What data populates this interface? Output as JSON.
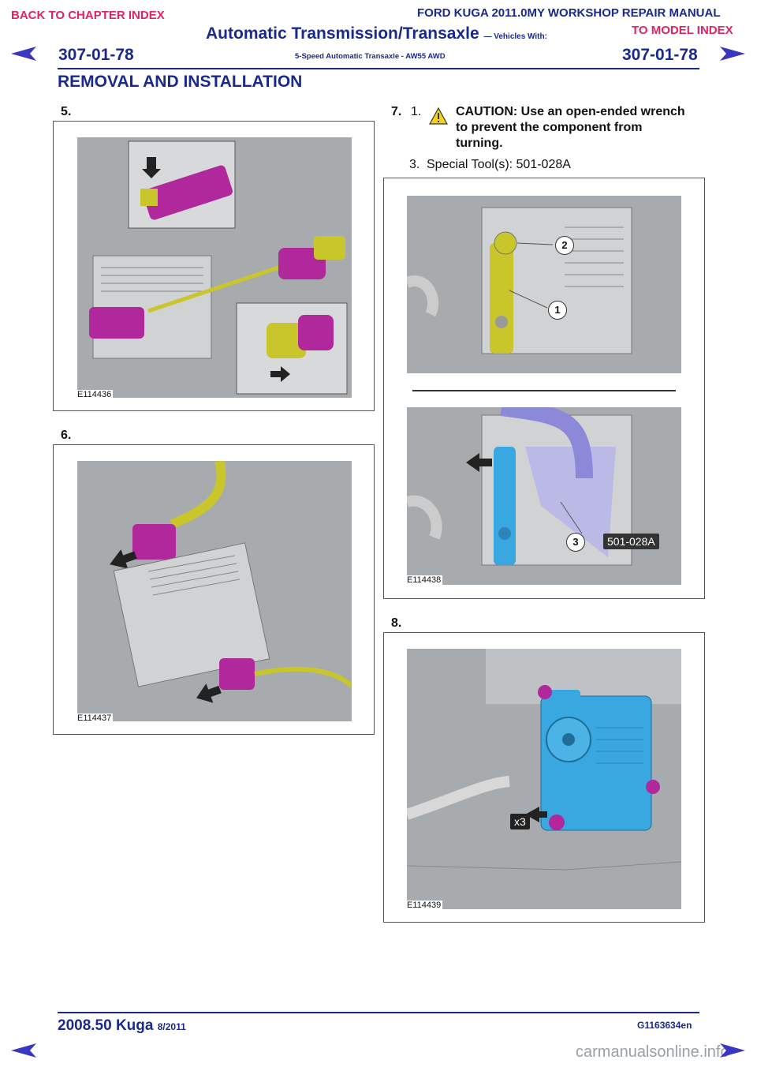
{
  "nav": {
    "back_to_chapter": "BACK TO CHAPTER INDEX",
    "to_model_index": "TO MODEL INDEX"
  },
  "header": {
    "manual_title": "FORD KUGA 2011.0MY WORKSHOP REPAIR MANUAL",
    "chapter_title": "Automatic Transmission/Transaxle",
    "chapter_suffix": "— Vehicles With:",
    "subtitle": "5-Speed Automatic Transaxle - AW55 AWD",
    "page_number": "307-01-78",
    "section": "REMOVAL AND INSTALLATION"
  },
  "steps": [
    {
      "number": "5.",
      "figure_id": "E114436"
    },
    {
      "number": "6.",
      "figure_id": "E114437"
    },
    {
      "number": "7.",
      "substep_1": "1.",
      "caution": "CAUTION: Use an open-ended wrench to prevent the component from turning.",
      "substep_3": "3.",
      "special_tool": "Special Tool(s): 501-028A",
      "figure_id": "E114438",
      "callouts": [
        "2",
        "1",
        "3"
      ],
      "tool_tag": "501-028A"
    },
    {
      "number": "8.",
      "figure_id": "E114439",
      "tag": "x3"
    }
  ],
  "footer": {
    "model": "2008.50 Kuga",
    "date": "8/2011",
    "doc_code": "G1163634en",
    "watermark": "carmanualsonline.info"
  },
  "colors": {
    "brand_blue": "#1a2a8c",
    "link_red": "#e0245e",
    "part_magenta": "#b0289b",
    "part_yellow": "#c8c62a",
    "tool_blue": "#3aa8e0"
  }
}
